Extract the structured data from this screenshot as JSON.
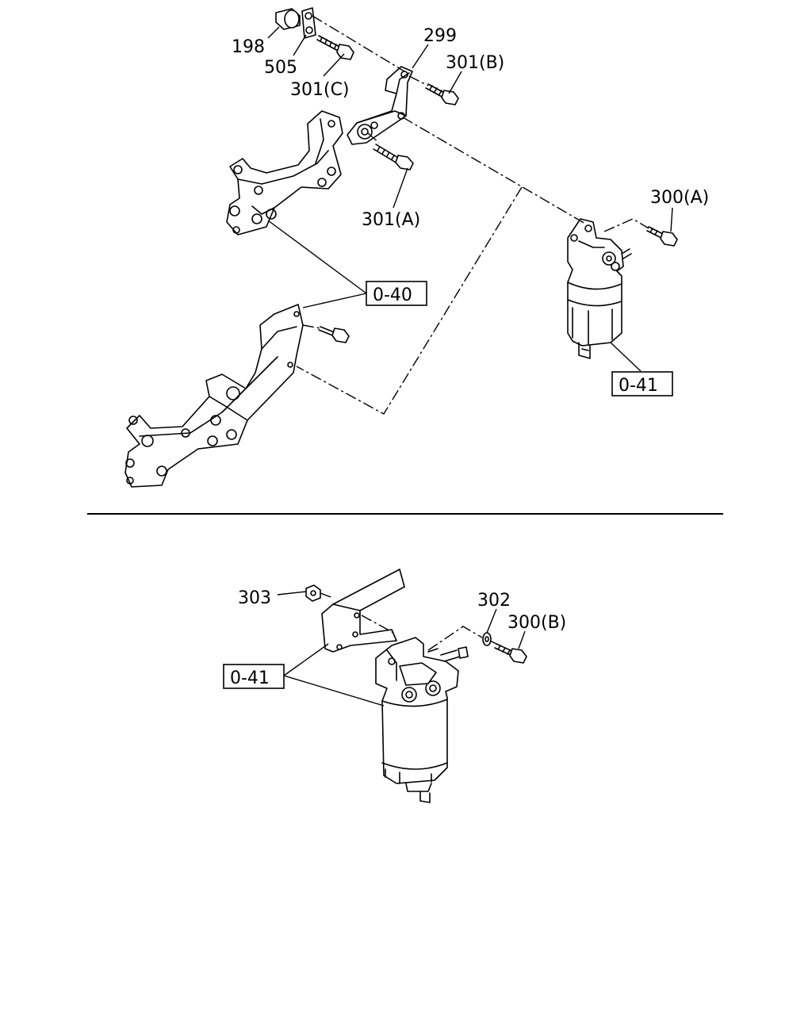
{
  "upper_section": {
    "labels": {
      "p198": "198",
      "p505": "505",
      "p301c": "301(C)",
      "p299": "299",
      "p301b": "301(B)",
      "p301a": "301(A)",
      "p300a": "300(A)"
    },
    "boxed_refs": {
      "ref_040": "0-40",
      "ref_041": "0-41"
    }
  },
  "lower_section": {
    "labels": {
      "p303": "303",
      "p302": "302",
      "p300b": "300(B)"
    },
    "boxed_refs": {
      "ref_041": "0-41"
    }
  },
  "divider": {
    "color": "#000000"
  }
}
